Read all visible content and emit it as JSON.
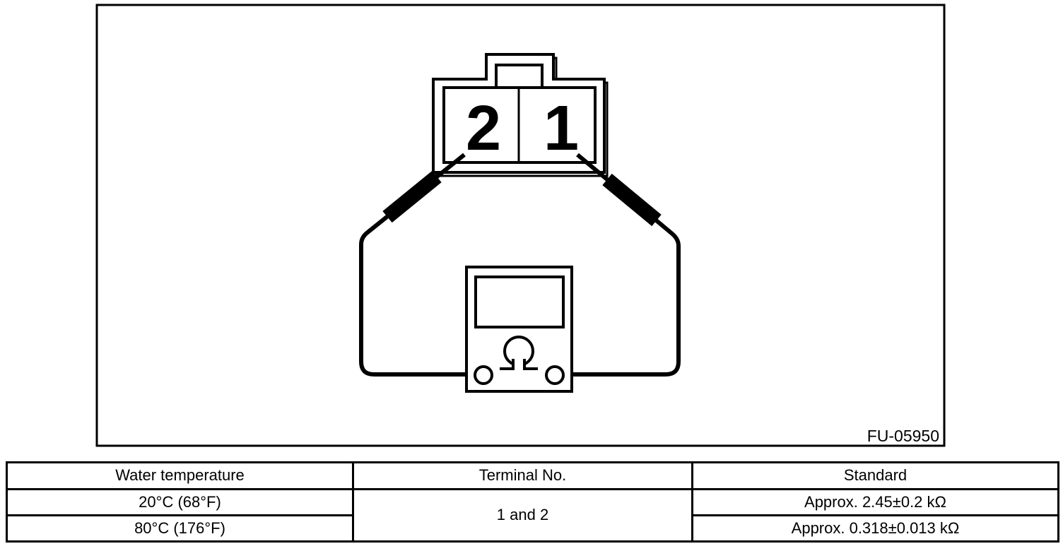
{
  "figure": {
    "code": "FU-05950",
    "connector": {
      "left_cell": "2",
      "right_cell": "1"
    }
  },
  "table": {
    "headers": [
      "Water temperature",
      "Terminal No.",
      "Standard"
    ],
    "rows": [
      {
        "temp": "20°C (68°F)",
        "terminal": "1 and 2",
        "standard": "Approx. 2.45±0.2 kΩ"
      },
      {
        "temp": "80°C (176°F)",
        "standard": "Approx. 0.318±0.013 kΩ"
      }
    ]
  },
  "colors": {
    "line": "#000000",
    "background": "#ffffff"
  }
}
